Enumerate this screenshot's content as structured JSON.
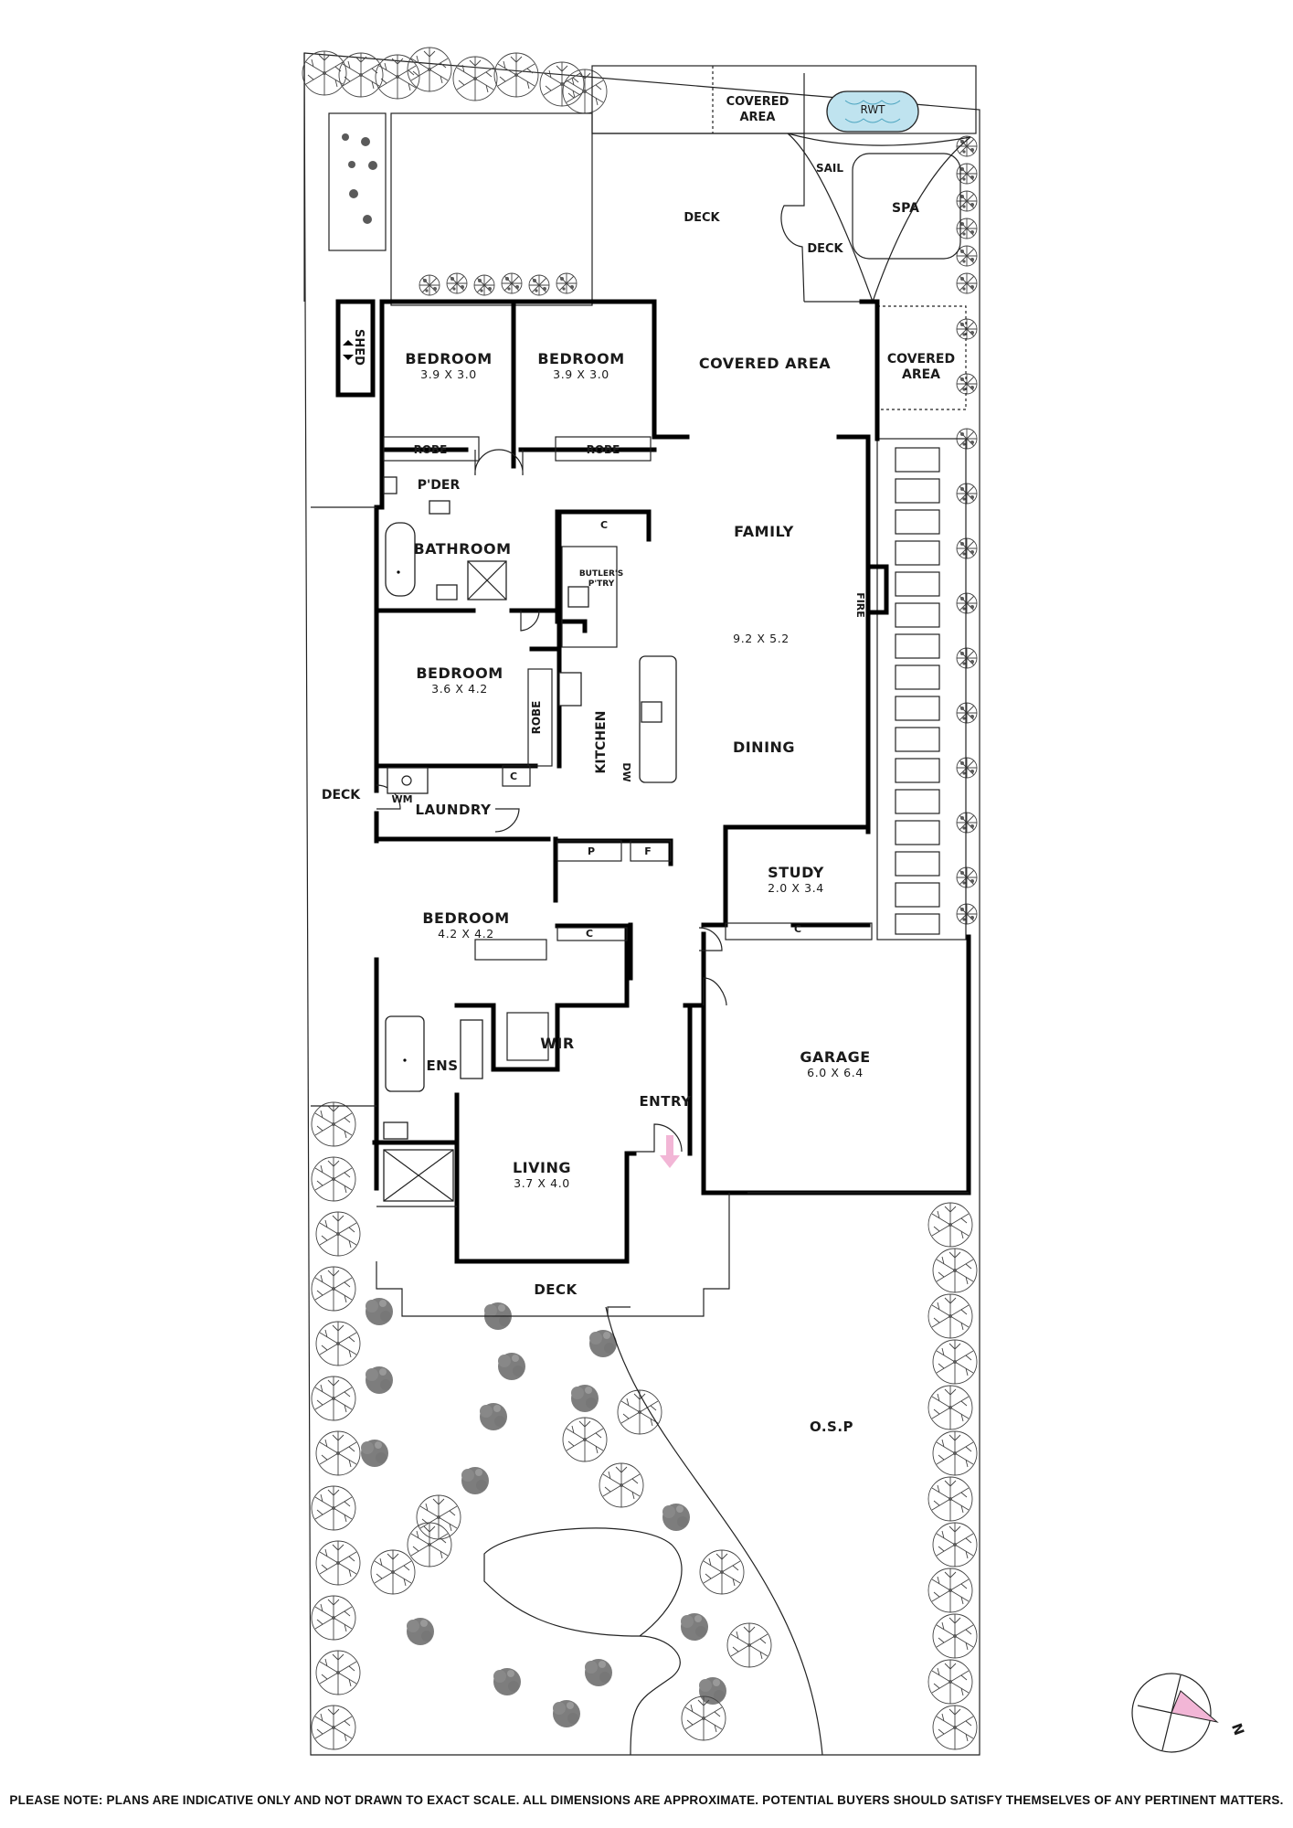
{
  "rooms": {
    "covered_area_top": {
      "line1": "COVERED",
      "line2": "AREA"
    },
    "rwt": "RWT",
    "deck_rear": "DECK",
    "sail": "SAIL",
    "spa": "SPA",
    "deck_spa": "DECK",
    "shed": "SHED",
    "bedroom_1": {
      "label": "BEDROOM",
      "dim": "3.9 X 3.0"
    },
    "bedroom_2": {
      "label": "BEDROOM",
      "dim": "3.9 X 3.0"
    },
    "covered_area_main": "COVERED AREA",
    "covered_area_side": {
      "line1": "COVERED",
      "line2": "AREA"
    },
    "robe_1": "ROBE",
    "robe_2": "ROBE",
    "powder": "P'DER",
    "bathroom": "BATHROOM",
    "cupboard_butler": "C",
    "butlers_pantry": {
      "line1": "BUTLER'S",
      "line2": "P'TRY"
    },
    "family": {
      "label": "FAMILY",
      "dim": "9.2 X 5.2"
    },
    "fire": "FIRE",
    "bedroom_3": {
      "label": "BEDROOM",
      "dim": "3.6 X 4.2"
    },
    "robe_3": "ROBE",
    "kitchen": "KITCHEN",
    "dw": "DW",
    "dining": "DINING",
    "cupboard_laundry": "C",
    "deck_side": "DECK",
    "wm": "WM",
    "laundry": "LAUNDRY",
    "pantry": "P",
    "fridge": "F",
    "study": {
      "label": "STUDY",
      "dim": "2.0 X 3.4"
    },
    "cupboard_study": "C",
    "bedroom_4": {
      "label": "BEDROOM",
      "dim": "4.2 X 4.2"
    },
    "cupboard_bed4": "C",
    "garage": {
      "label": "GARAGE",
      "dim": "6.0 X 6.4"
    },
    "ens": "ENS",
    "wir": "WIR",
    "entry": "ENTRY",
    "living": {
      "label": "LIVING",
      "dim": "3.7 X 4.0"
    },
    "deck_front": "DECK",
    "osp": "O.S.P"
  },
  "compass": {
    "label": "N"
  },
  "colors": {
    "accent_pink": "#f2b6d6",
    "rwt_blue": "#bfe3ef",
    "wall": "#000000"
  },
  "footer_note": "PLEASE NOTE: PLANS ARE INDICATIVE ONLY AND NOT DRAWN TO EXACT SCALE. ALL DIMENSIONS ARE APPROXIMATE. POTENTIAL BUYERS SHOULD SATISFY THEMSELVES OF ANY PERTINENT MATTERS."
}
